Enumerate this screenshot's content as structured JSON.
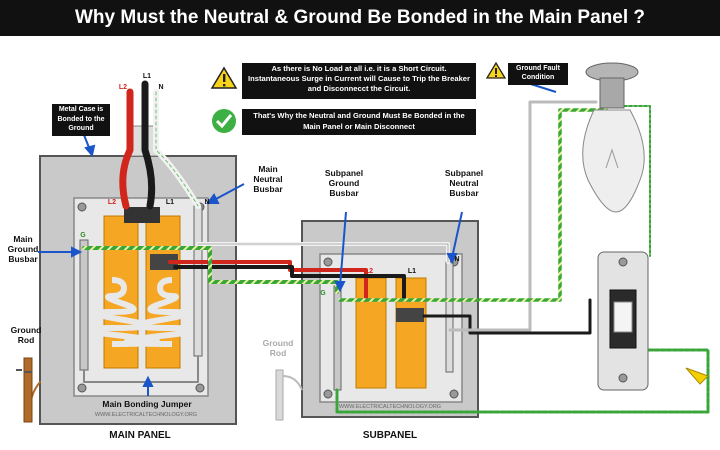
{
  "title": "Why Must the Neutral & Ground Be Bonded in the Main Panel ?",
  "warnings": {
    "short_circuit": "As there is No Load at all i.e. it is a Short Circuit. Instantaneous Surge in Current will Cause to Trip the Breaker and Disconnecct the Circuit.",
    "bonding": "That's Why the Neutral and Ground Must Be Bonded in the Main Panel or Main Disconnect",
    "ground_fault": "Ground Fault Condition"
  },
  "labels": {
    "metal_case": "Metal Case is Bonded to the Ground",
    "main_neutral_busbar": "Main Neutral Busbar",
    "main_ground_busbar": "Main Ground Busbar",
    "subpanel_ground_busbar": "Subpanel Ground Busbar",
    "subpanel_neutral_busbar": "Subpanel Neutral Busbar",
    "ground_rod_main": "Ground Rod",
    "ground_rod_sub": "Ground Rod",
    "main_bonding_jumper": "Main Bonding Jumper",
    "main_panel": "MAIN PANEL",
    "subpanel": "SUBPANEL",
    "watermark_main": "WWW.ELECTRICALTECHNOLOGY.ORG",
    "watermark_sub": "WWW.ELECTRICALTECHNOLOGY.ORG"
  },
  "wire_tags": {
    "l1_top": "L1",
    "l2_top": "L2",
    "n_top": "N",
    "l2_main": "L2",
    "l1_main": "L1",
    "n_main": "N",
    "g_main": "G",
    "l2_sub": "L2",
    "l1_sub": "L1",
    "n_sub": "N",
    "g_sub": "G"
  },
  "colors": {
    "hot_red": "#d0261c",
    "hot_black": "#1a1a1a",
    "neutral_white": "#f2f2f2",
    "ground_green": "#3aa63a",
    "busbar_orange": "#f5a623",
    "panel_gray": "#cfcfcf",
    "warning_yellow": "#f7d417",
    "check_green": "#3cb043"
  }
}
